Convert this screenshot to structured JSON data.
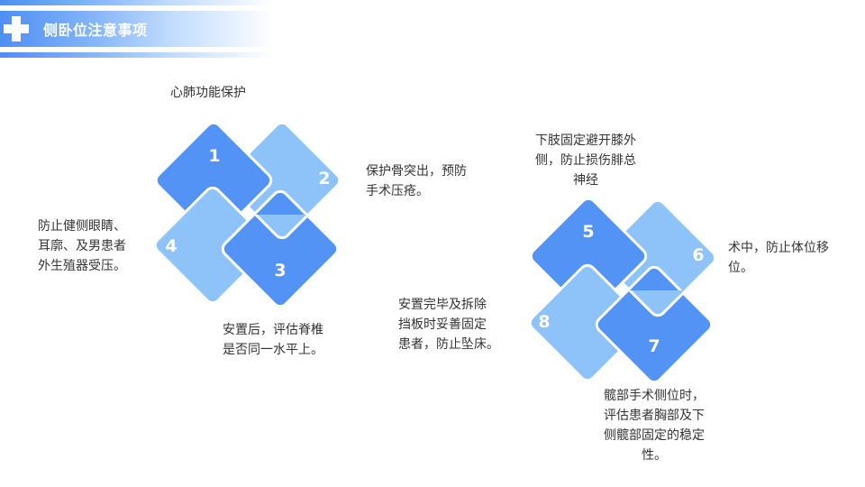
{
  "header": {
    "title": "侧卧位注意事项",
    "icon": "medical-cross-icon",
    "accent_color": "#4f8ef3"
  },
  "colors": {
    "dark_tile": "#5393f5",
    "light_tile": "#8ec3fa",
    "text": "#333333"
  },
  "cluster1": {
    "tiles": [
      {
        "number": "1",
        "shade": "dark"
      },
      {
        "number": "2",
        "shade": "light"
      },
      {
        "number": "3",
        "shade": "dark"
      },
      {
        "number": "4",
        "shade": "light"
      }
    ],
    "captions": {
      "c1": "心肺功能保护",
      "c2": [
        "保护骨突出，预防",
        "手术压疮。"
      ],
      "c3": [
        "安置后，评估脊椎",
        "是否同一水平上。"
      ],
      "c4": [
        "防止健侧眼睛、",
        "耳廓、及男患者",
        "外生殖器受压。"
      ]
    }
  },
  "cluster2": {
    "tiles": [
      {
        "number": "5",
        "shade": "dark"
      },
      {
        "number": "6",
        "shade": "light"
      },
      {
        "number": "7",
        "shade": "dark"
      },
      {
        "number": "8",
        "shade": "light"
      }
    ],
    "captions": {
      "c5": [
        "下肢固定避开膝外",
        "侧，防止损伤腓总",
        "神经"
      ],
      "c6": [
        "术中，防止体位移",
        "位。"
      ],
      "c7": [
        "髋部手术侧位时，",
        "评估患者胸部及下",
        "侧髋部固定的稳定",
        "性。"
      ],
      "c8": [
        "安置完毕及拆除",
        "挡板时妥善固定",
        "患者，防止坠床。"
      ]
    }
  }
}
